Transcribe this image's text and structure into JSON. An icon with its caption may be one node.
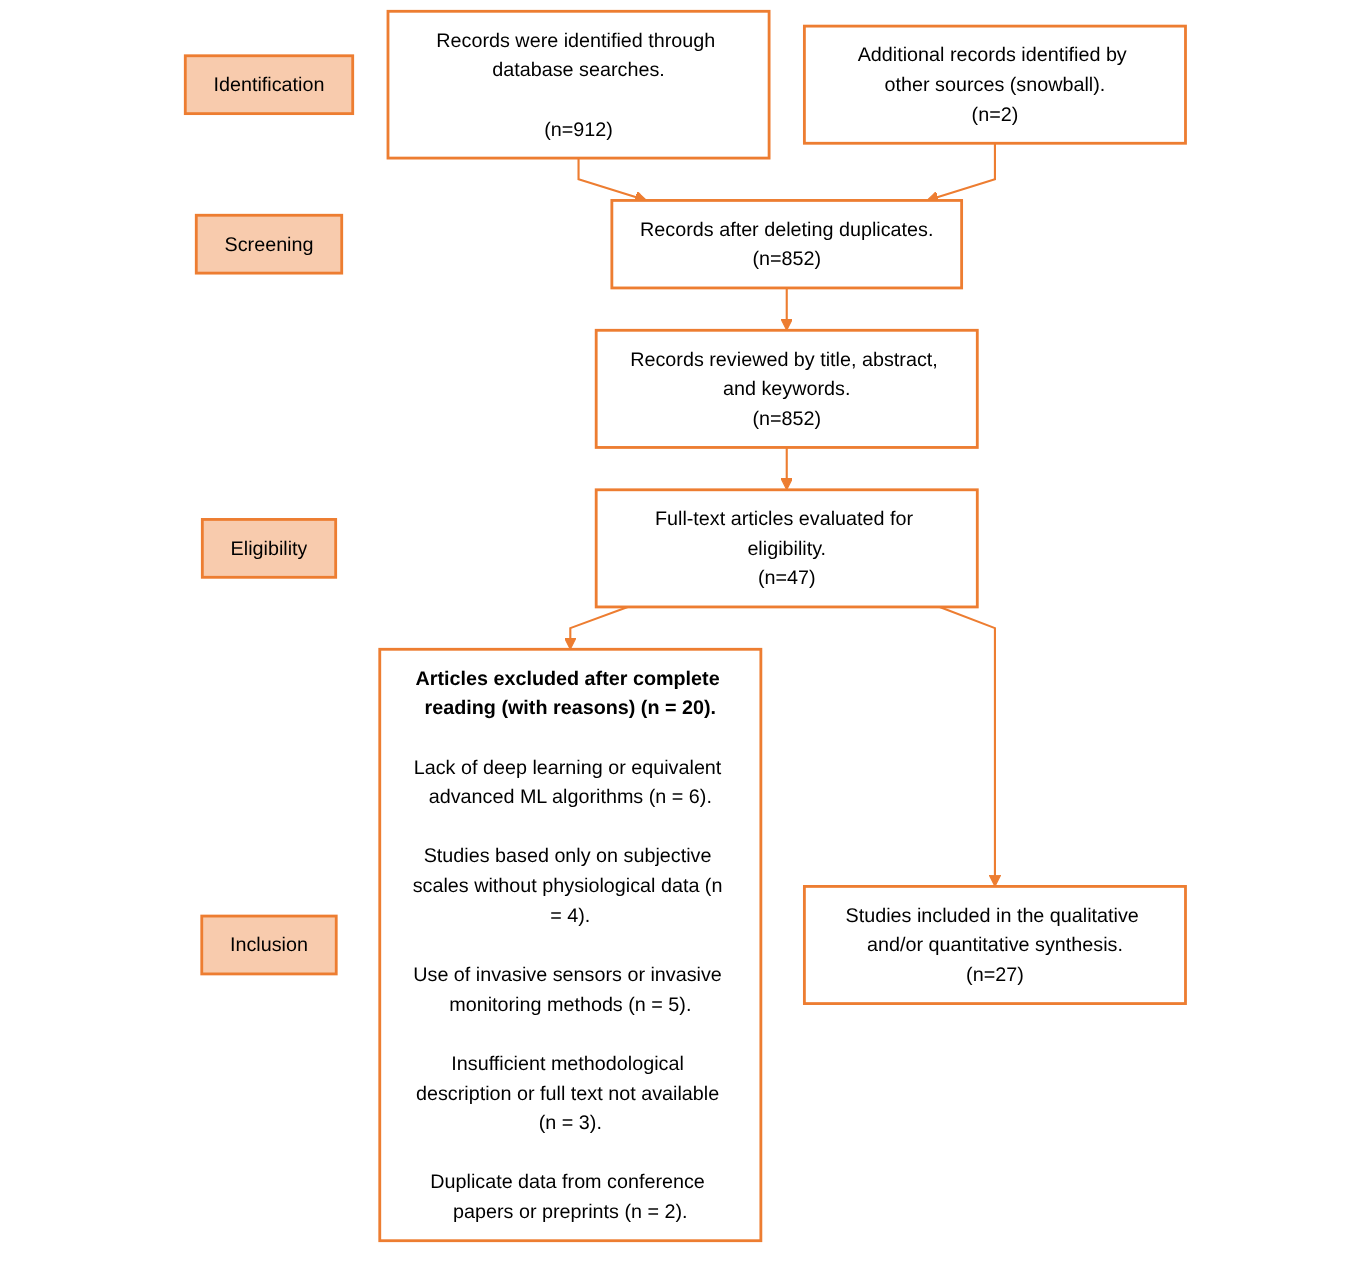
{
  "diagram": {
    "nodes": [
      {
        "text": [
          "Identification"
        ]
      },
      {
        "text": [
          "Records were identified through database searches.",
          "(n=912)"
        ]
      },
      {
        "text": [
          "Additional records identified by other sources (snowball).",
          "(n=2)"
        ]
      },
      {
        "text": [
          "Screening"
        ]
      },
      {
        "text": [
          "Records after deleting duplicates.",
          "(n=852)"
        ]
      },
      {
        "text": [
          "Records reviewed by title, abstract, and keywords.",
          "(n=852)"
        ]
      },
      {
        "text": [
          "Eligibility"
        ]
      },
      {
        "text": [
          "Full-text articles evaluated for eligibility.",
          "(n=47)"
        ]
      },
      {
        "text": [
          "Articles excluded after complete reading (with reasons) (n = 20).",
          "Lack of deep learning or equivalent advanced ML algorithms (n = 6).",
          "Studies based only on subjective scales without physiological data (n = 4).",
          "Use of invasive sensors or invasive monitoring methods (n = 5).",
          "Insufficient methodological description or full text not available (n = 3).",
          "Duplicate data from conference papers or preprints (n = 2)."
        ]
      },
      {
        "text": [
          "Inclusion"
        ]
      },
      {
        "text": [
          "Studies included in the qualitative and/or quantitative synthesis.",
          "(n=27)"
        ]
      }
    ],
    "edges": [
      {
        "from": 1,
        "to": 4,
        "arrow": "to"
      },
      {
        "from": 2,
        "to": 4,
        "arrow": "to"
      },
      {
        "from": 4,
        "to": 5,
        "arrow": "to"
      },
      {
        "from": 5,
        "to": 7,
        "arrow": "to"
      },
      {
        "from": 7,
        "to": 8,
        "arrow": "to"
      },
      {
        "from": 7,
        "to": 10,
        "arrow": "to"
      }
    ]
  }
}
